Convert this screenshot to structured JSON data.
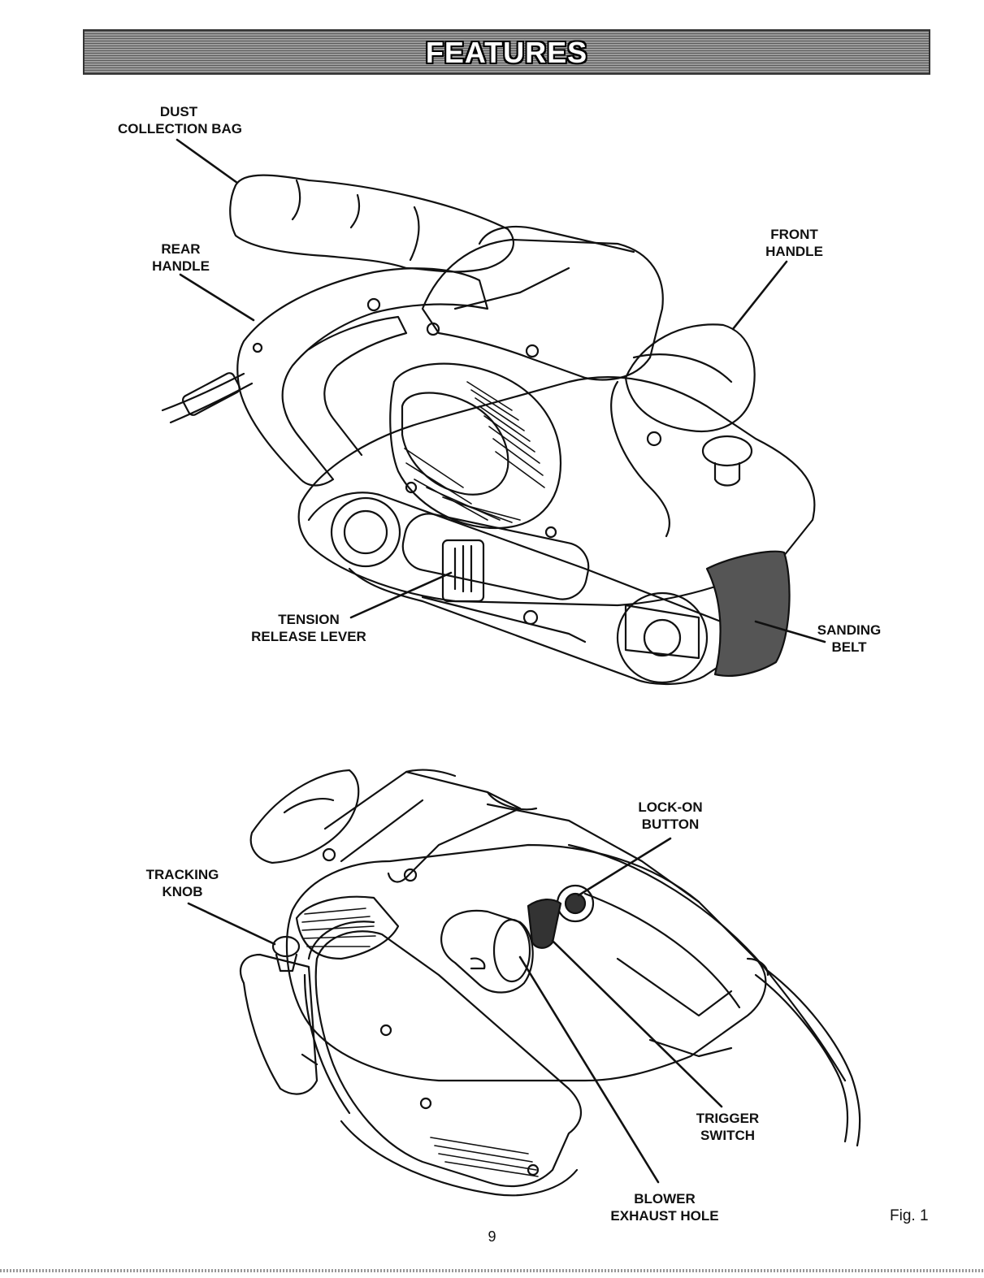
{
  "header": {
    "title": "FEATURES"
  },
  "labels": {
    "dust_collection_bag": [
      "DUST",
      "COLLECTION BAG"
    ],
    "rear_handle": [
      "REAR",
      "HANDLE"
    ],
    "front_handle": [
      "FRONT",
      "HANDLE"
    ],
    "tension_release_lever": [
      "TENSION",
      "RELEASE LEVER"
    ],
    "sanding_belt": [
      "SANDING",
      "BELT"
    ],
    "lock_on_button": [
      "LOCK-ON",
      "BUTTON"
    ],
    "tracking_knob": [
      "TRACKING",
      "KNOB"
    ],
    "trigger_switch": [
      "TRIGGER",
      "SWITCH"
    ],
    "blower_exhaust_hole": [
      "BLOWER",
      "EXHAUST HOLE"
    ]
  },
  "footer": {
    "page_number": "9",
    "figure": "Fig. 1"
  }
}
